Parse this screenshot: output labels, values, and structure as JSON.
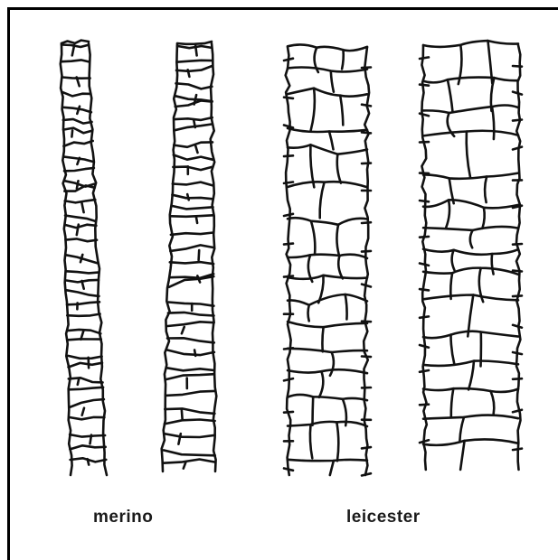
{
  "figure": {
    "labels": {
      "merino": "merino",
      "leicester": "leicester"
    },
    "fibers": [
      {
        "breed": "merino",
        "scale_pattern": "narrow-irregular-bands"
      },
      {
        "breed": "merino",
        "scale_pattern": "narrow-irregular-bands"
      },
      {
        "breed": "leicester",
        "scale_pattern": "polygonal-mosaic"
      },
      {
        "breed": "leicester",
        "scale_pattern": "polygonal-mosaic"
      }
    ],
    "colors": {
      "ink": "#111111",
      "background": "#ffffff"
    }
  }
}
